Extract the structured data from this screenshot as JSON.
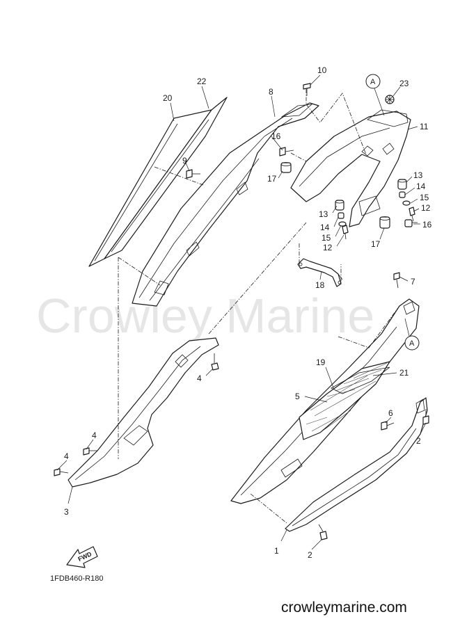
{
  "watermark": "Crowley Marine",
  "website": "crowleymarine.com",
  "diagram_code": "1FDB460-R180",
  "fwd_label": "FWD",
  "reference_marks": [
    "A",
    "A"
  ],
  "callouts": [
    {
      "id": "c10",
      "label": "10"
    },
    {
      "id": "c23",
      "label": "23"
    },
    {
      "id": "c22",
      "label": "22"
    },
    {
      "id": "c20",
      "label": "20"
    },
    {
      "id": "c8",
      "label": "8"
    },
    {
      "id": "c11",
      "label": "11"
    },
    {
      "id": "c16a",
      "label": "16"
    },
    {
      "id": "c9",
      "label": "9"
    },
    {
      "id": "c17a",
      "label": "17"
    },
    {
      "id": "c13a",
      "label": "13"
    },
    {
      "id": "c14a",
      "label": "14"
    },
    {
      "id": "c15a",
      "label": "15"
    },
    {
      "id": "c12a",
      "label": "12"
    },
    {
      "id": "c16b",
      "label": "16"
    },
    {
      "id": "c13b",
      "label": "13"
    },
    {
      "id": "c14b",
      "label": "14"
    },
    {
      "id": "c15b",
      "label": "15"
    },
    {
      "id": "c12b",
      "label": "12"
    },
    {
      "id": "c17b",
      "label": "17"
    },
    {
      "id": "c18",
      "label": "18"
    },
    {
      "id": "c7",
      "label": "7"
    },
    {
      "id": "c4a",
      "label": "4"
    },
    {
      "id": "c19",
      "label": "19"
    },
    {
      "id": "c21",
      "label": "21"
    },
    {
      "id": "c5",
      "label": "5"
    },
    {
      "id": "c6",
      "label": "6"
    },
    {
      "id": "c4b",
      "label": "4"
    },
    {
      "id": "c4c",
      "label": "4"
    },
    {
      "id": "c2a",
      "label": "2"
    },
    {
      "id": "c3",
      "label": "3"
    },
    {
      "id": "c1",
      "label": "1"
    },
    {
      "id": "c2b",
      "label": "2"
    }
  ]
}
